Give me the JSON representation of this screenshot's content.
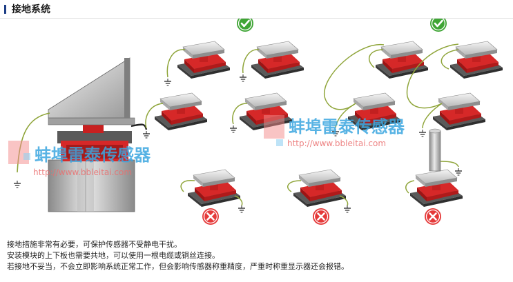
{
  "header": {
    "title": "接地系统"
  },
  "watermark": {
    "brand": "蚌埠雷泰传感器",
    "url": "http://www.bbleitai.com"
  },
  "status_icons": {
    "ok": "check-circle-icon",
    "bad": "x-circle-icon"
  },
  "colors": {
    "ok": "#3fa535",
    "bad": "#e53a3a",
    "cable": "#8fa53a",
    "plate": "#d8d8d8",
    "rubber": "#d62828"
  },
  "caption": {
    "line1": "接地措施非常有必要，可保护传感器不受静电干扰。",
    "line2": "安装模块的上下板也需要共地，可以使用一根电缆或铜丝连接。",
    "line3": "若接地不妥当，不会立即影响系统正常工作，但会影响传感器称重精度，严重时称重显示器还会报错。"
  }
}
